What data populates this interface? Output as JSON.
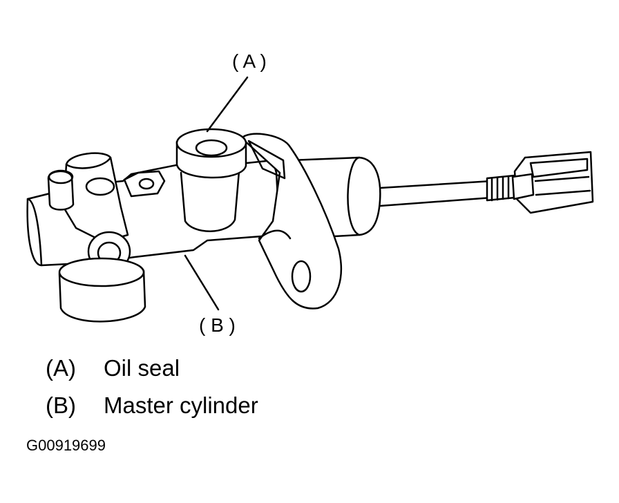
{
  "callouts": {
    "a": "( A )",
    "b": "( B )"
  },
  "legend": [
    {
      "key": "(A)",
      "label": "Oil seal"
    },
    {
      "key": "(B)",
      "label": "Master cylinder"
    }
  ],
  "figure_id": "G00919699"
}
